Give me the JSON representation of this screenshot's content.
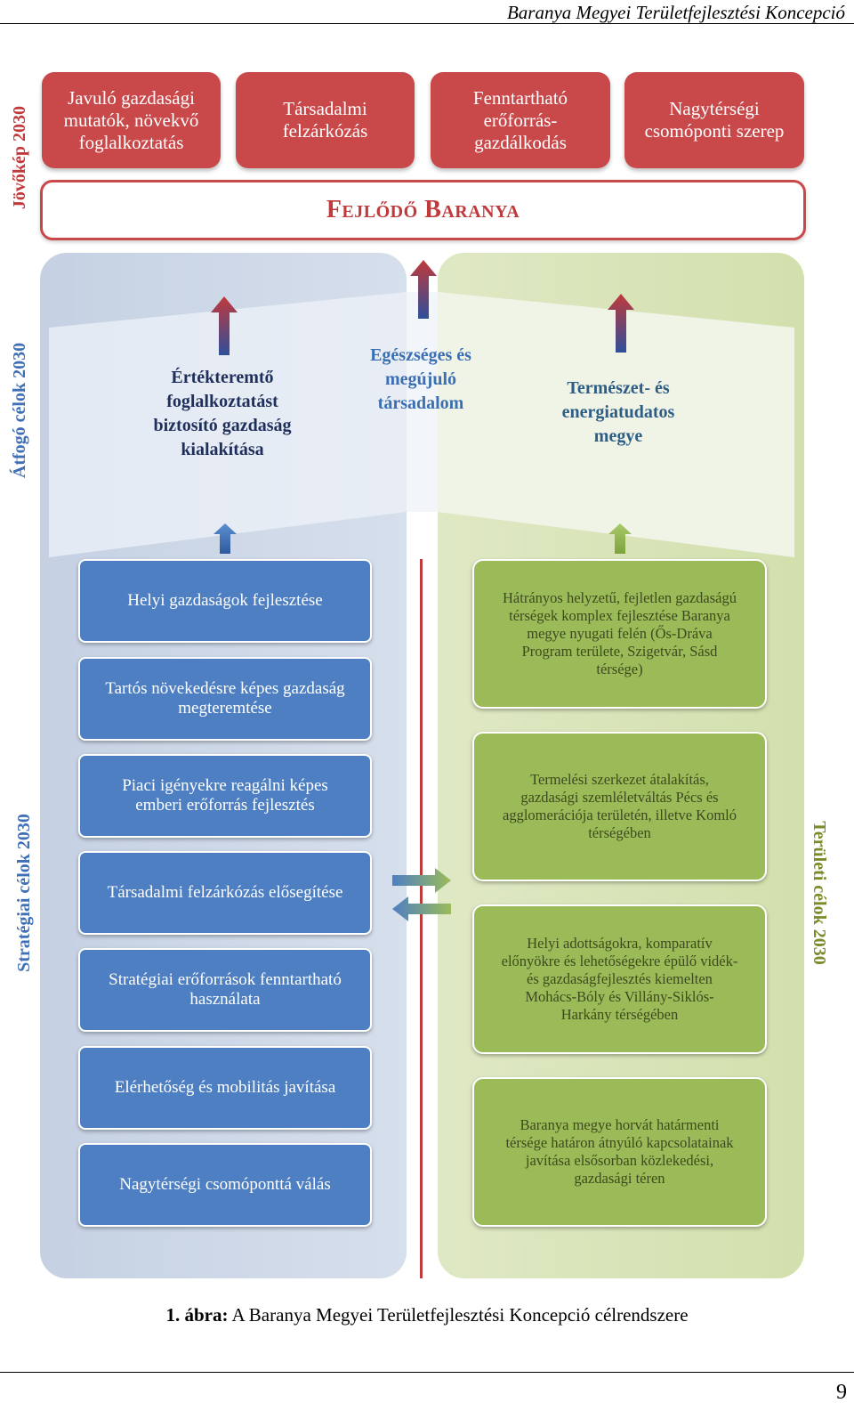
{
  "header": {
    "running_title": "Baranya Megyei Területfejlesztési Koncepció"
  },
  "side_labels": {
    "vision": "Jövőkép 2030",
    "overarching": "Átfogó célok 2030",
    "strategic": "Stratégiai célok 2030",
    "territorial": "Területi célok 2030"
  },
  "vision_boxes": [
    {
      "text": "Javuló gazdasági\nmutatók, növekvő\nfoglalkoztatás"
    },
    {
      "text": "Társadalmi\nfelzárkózás"
    },
    {
      "text": "Fenntartható\nerőforrás-\ngazdálkodás"
    },
    {
      "text": "Nagytérségi\ncsomóponti szerep"
    }
  ],
  "banner": {
    "title": "Fejlődő Baranya"
  },
  "overarching_goals": [
    {
      "text": "Értékteremtő\nfoglalkoztatást\nbiztosító gazdaság\nkialakítása"
    },
    {
      "text": "Egészséges és\nmegújuló\ntársadalom"
    },
    {
      "text": "Természet- és\nenergiatudatos\nmegye"
    }
  ],
  "strategic_goals": [
    {
      "text": "Helyi gazdaságok fejlesztése"
    },
    {
      "text": "Tartós növekedésre képes gazdaság\nmegteremtése"
    },
    {
      "text": "Piaci igényekre reagálni képes\nemberi erőforrás fejlesztés"
    },
    {
      "text": "Társadalmi felzárkózás elősegítése"
    },
    {
      "text": "Stratégiai erőforrások fenntartható\nhasználata"
    },
    {
      "text": "Elérhetőség és mobilitás javítása"
    },
    {
      "text": "Nagytérségi csomóponttá válás"
    }
  ],
  "territorial_goals": [
    {
      "text": "Hátrányos helyzetű, fejletlen gazdaságú\ntérségek komplex fejlesztése Baranya\nmegye nyugati felén (Ős-Dráva\nProgram területe, Szigetvár, Sásd\ntérsége)"
    },
    {
      "text": "Termelési szerkezet átalakítás,\ngazdasági szemléletváltás Pécs és\nagglomerációja területén, illetve Komló\ntérségében"
    },
    {
      "text": "Helyi adottságokra, komparatív\nelőnyökre és lehetőségekre épülő vidék-\nés gazdaságfejlesztés kiemelten\nMohács-Bóly és Villány-Siklós-\nHarkány térségében"
    },
    {
      "text": "Baranya megye horvát határmenti\ntérsége határon átnyúló kapcsolatainak\njavítása elsősorban közlekedési,\ngazdasági téren"
    }
  ],
  "caption": {
    "label": "1. ábra:",
    "text": "A Baranya Megyei Területfejlesztési Koncepció célrendszere"
  },
  "footer": {
    "page_number": "9"
  },
  "colors": {
    "vision_red": "#c9484a",
    "strategic_blue": "#4d7fc2",
    "territorial_green": "#9bbb59",
    "left_column": "#d0daea",
    "right_column": "#d9e5bb"
  }
}
